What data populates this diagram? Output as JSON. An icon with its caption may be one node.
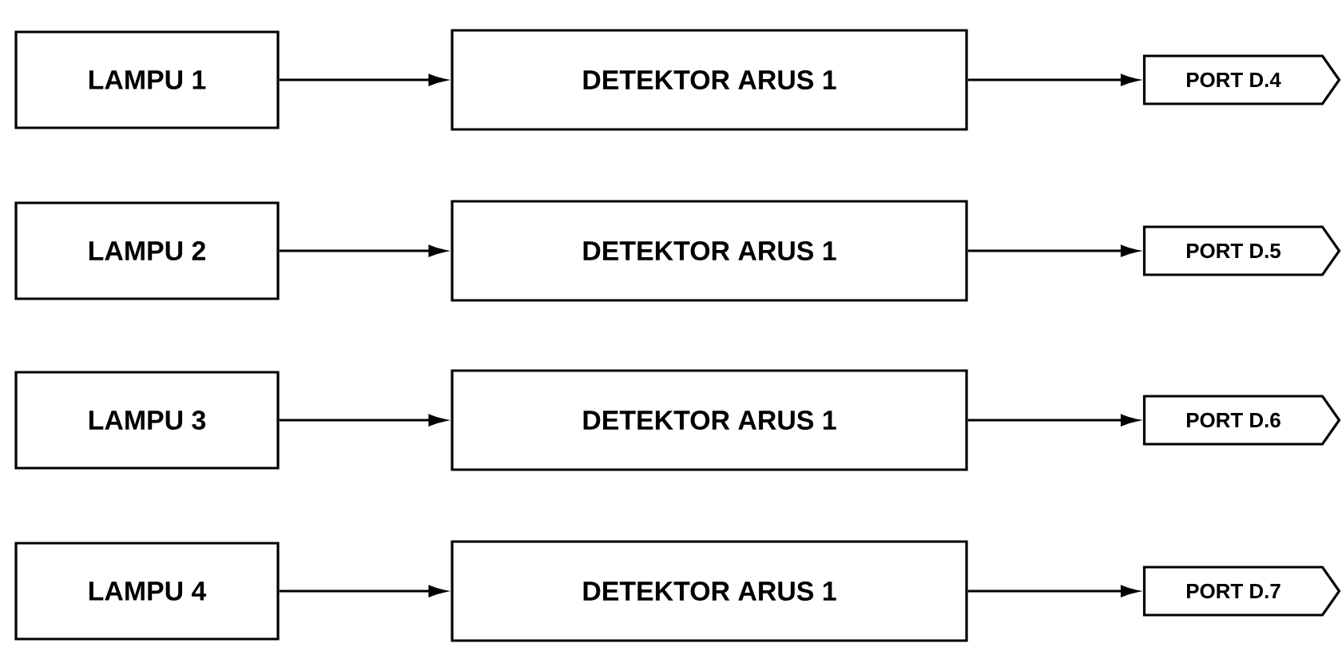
{
  "diagram": {
    "nodes": [
      {
        "text": [
          "LAMPU 1"
        ]
      },
      {
        "text": [
          "DETEKTOR ARUS 1"
        ]
      },
      {
        "text": [
          "PORT D.4"
        ]
      },
      {
        "text": [
          "LAMPU 2"
        ]
      },
      {
        "text": [
          "DETEKTOR ARUS 1"
        ]
      },
      {
        "text": [
          "PORT D.5"
        ]
      },
      {
        "text": [
          "LAMPU 3"
        ]
      },
      {
        "text": [
          "DETEKTOR ARUS 1"
        ]
      },
      {
        "text": [
          "PORT D.6"
        ]
      },
      {
        "text": [
          "LAMPU 4"
        ]
      },
      {
        "text": [
          "DETEKTOR ARUS 1"
        ]
      },
      {
        "text": [
          "PORT D.7"
        ]
      }
    ],
    "edges": [
      {
        "from": 0,
        "to": 1,
        "arrow": "to"
      },
      {
        "from": 1,
        "to": 2,
        "arrow": "to"
      },
      {
        "from": 3,
        "to": 4,
        "arrow": "to"
      },
      {
        "from": 4,
        "to": 5,
        "arrow": "to"
      },
      {
        "from": 6,
        "to": 7,
        "arrow": "to"
      },
      {
        "from": 7,
        "to": 8,
        "arrow": "to"
      },
      {
        "from": 9,
        "to": 10,
        "arrow": "to"
      },
      {
        "from": 10,
        "to": 11,
        "arrow": "to"
      }
    ]
  }
}
